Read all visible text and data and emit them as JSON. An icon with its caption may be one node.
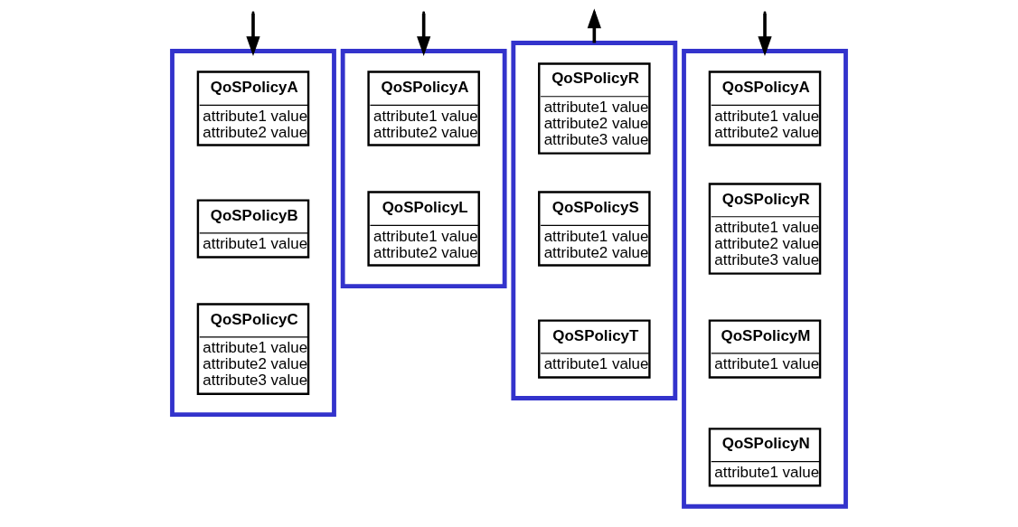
{
  "diagram": {
    "nodes": [
      {
        "text": [],
        "shape": "box"
      },
      {
        "text": [
          "QoSPolicyA",
          "attribute1 value",
          "attribute2 value"
        ],
        "in": 0
      },
      {
        "text": [
          "QoSPolicyB",
          "attribute1 value"
        ],
        "in": 0
      },
      {
        "text": [
          "QoSPolicyC",
          "attribute1 value",
          "attribute2 value",
          "attribute3 value"
        ],
        "in": 0
      },
      {
        "text": [],
        "shape": "box"
      },
      {
        "text": [
          "QoSPolicyA",
          "attribute1 value",
          "attribute2 value"
        ],
        "in": 4
      },
      {
        "text": [
          "QoSPolicyL",
          "attribute1 value",
          "attribute2 value"
        ],
        "in": 4
      },
      {
        "text": [],
        "shape": "box"
      },
      {
        "text": [
          "QoSPolicyR",
          "attribute1 value",
          "attribute2 value",
          "attribute3 value"
        ],
        "in": 7
      },
      {
        "text": [
          "QoSPolicyS",
          "attribute1 value",
          "attribute2 value"
        ],
        "in": 7
      },
      {
        "text": [
          "QoSPolicyT",
          "attribute1 value"
        ],
        "in": 7
      },
      {
        "text": [],
        "shape": "box"
      },
      {
        "text": [
          "QoSPolicyA",
          "attribute1 value",
          "attribute2 value"
        ],
        "in": 11
      },
      {
        "text": [
          "QoSPolicyR",
          "attribute1 value",
          "attribute2 value",
          "attribute3 value"
        ],
        "in": 11
      },
      {
        "text": [
          "QoSPolicyM",
          "attribute1 value"
        ],
        "in": 11
      },
      {
        "text": [
          "QoSPolicyN",
          "attribute1 value"
        ],
        "in": 11
      }
    ],
    "edges": [
      {
        "from": null,
        "to": 0,
        "arrow": "to"
      },
      {
        "from": null,
        "to": 4,
        "arrow": "to"
      },
      {
        "from": 7,
        "to": null,
        "arrow": "to"
      },
      {
        "from": null,
        "to": 11,
        "arrow": "to"
      }
    ]
  }
}
